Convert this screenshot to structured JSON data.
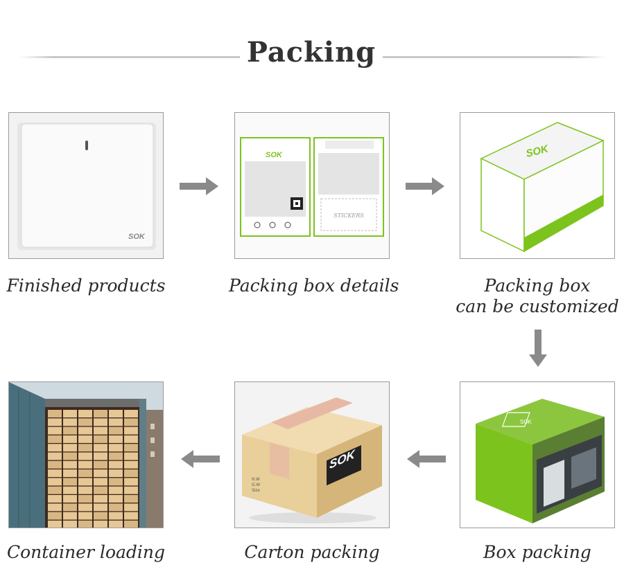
{
  "title": "Packing",
  "steps": [
    {
      "caption": "Finished products"
    },
    {
      "caption": "Packing box details"
    },
    {
      "caption_line1": "Packing box",
      "caption_line2": "can be customized"
    },
    {
      "caption": "Box packing"
    },
    {
      "caption": "Carton packing"
    },
    {
      "caption": "Container loading"
    }
  ],
  "brand": "SOK",
  "sticker_label": "STICKERS",
  "carton_marks": [
    "N.W",
    "G.W",
    "Size"
  ],
  "colors": {
    "brand_green": "#7dc31e",
    "arrow_gray": "#8a8a8a",
    "carton": "#e9cf9a"
  }
}
